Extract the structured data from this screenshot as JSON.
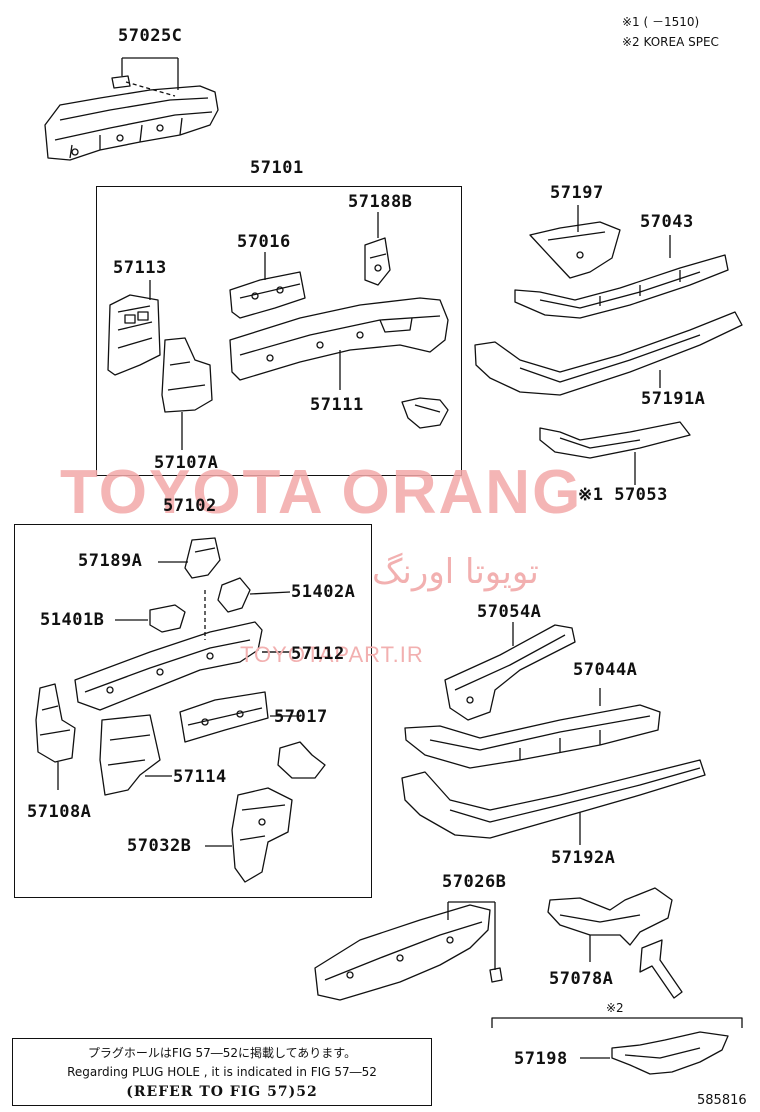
{
  "notes": {
    "note1": "※1 (     －1510)",
    "note2": "※2 KOREA SPEC"
  },
  "watermark": {
    "main": "TOYOTA ORANG",
    "arabic": "تویوتا اورنگ",
    "url": "TOYOTAPART.IR"
  },
  "labels": {
    "p57025C": "57025C",
    "p57101": "57101",
    "p57188B": "57188B",
    "p57016": "57016",
    "p57113": "57113",
    "p57111": "57111",
    "p57107A": "57107A",
    "p57197": "57197",
    "p57043": "57043",
    "p57191A": "57191A",
    "p57053": "※1 57053",
    "p57102": "57102",
    "p57189A": "57189A",
    "p51402A": "51402A",
    "p51401B": "51401B",
    "p57112": "57112",
    "p57017": "57017",
    "p57114": "57114",
    "p57108A": "57108A",
    "p57032B": "57032B",
    "p57054A": "57054A",
    "p57044A": "57044A",
    "p57192A": "57192A",
    "p57026B": "57026B",
    "p57078A": "57078A",
    "p57198": "57198",
    "korea_mark": "※2"
  },
  "note_box": {
    "jp": "プラグホールはFIG 57―52に掲載してあります。",
    "en": "Regarding  PLUG  HOLE , it is indicated in  FIG  57―52",
    "ref": "(REFER TO FIG 57)52"
  },
  "figure_number": "585816"
}
